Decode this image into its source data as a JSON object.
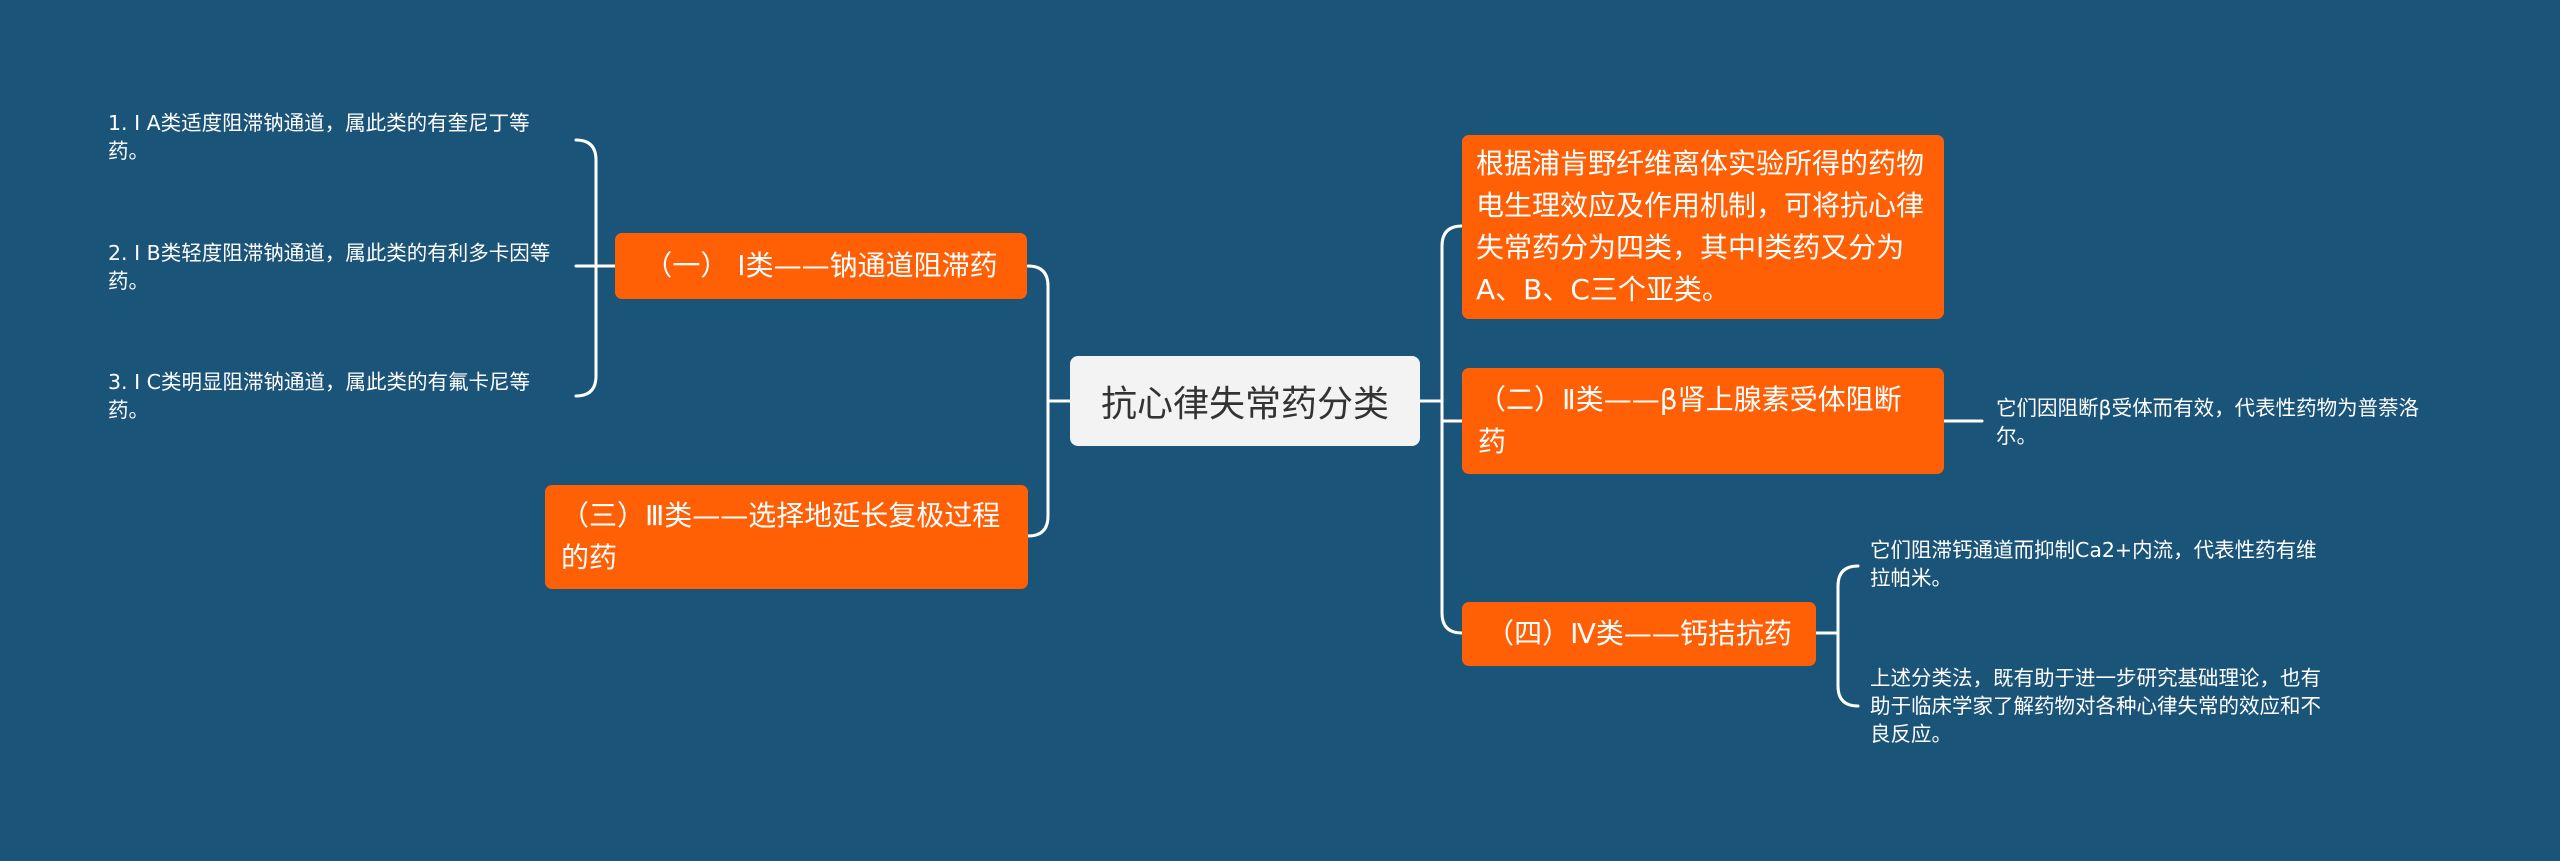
{
  "root": {
    "text": "抗心律失常药分类"
  },
  "branches": {
    "b1": "（一） Ⅰ类——钠通道阻滞药",
    "b3": "（三）Ⅲ类——选择地延长复极过程的药",
    "intro": "根据浦肯野纤维离体实验所得的药物电生理效应及作用机制，可将抗心律失常药分为四类，其中Ⅰ类药又分为A、B、C三个亚类。",
    "b2": "（二）Ⅱ类——β肾上腺素受体阻断药",
    "b4": "（四）Ⅳ类——钙拮抗药"
  },
  "leaves": {
    "l1a": "1. Ⅰ A类适度阻滞钠通道，属此类的有奎尼丁等药。",
    "l1b": "2. Ⅰ B类轻度阻滞钠通道，属此类的有利多卡因等药。",
    "l1c": "3. Ⅰ C类明显阻滞钠通道，属此类的有氟卡尼等药。",
    "l2": "它们因阻断β受体而有效，代表性药物为普萘洛尔。",
    "l4a": "它们阻滞钙通道而抑制Ca2+内流，代表性药有维拉帕米。",
    "l4b": "上述分类法，既有助于进一步研究基础理论，也有助于临床学家了解药物对各种心律失常的效应和不良反应。"
  },
  "colors": {
    "background": "#1b5479",
    "branch": "#ff5f05",
    "root": "#f3f3f3",
    "line": "#ffffff"
  }
}
